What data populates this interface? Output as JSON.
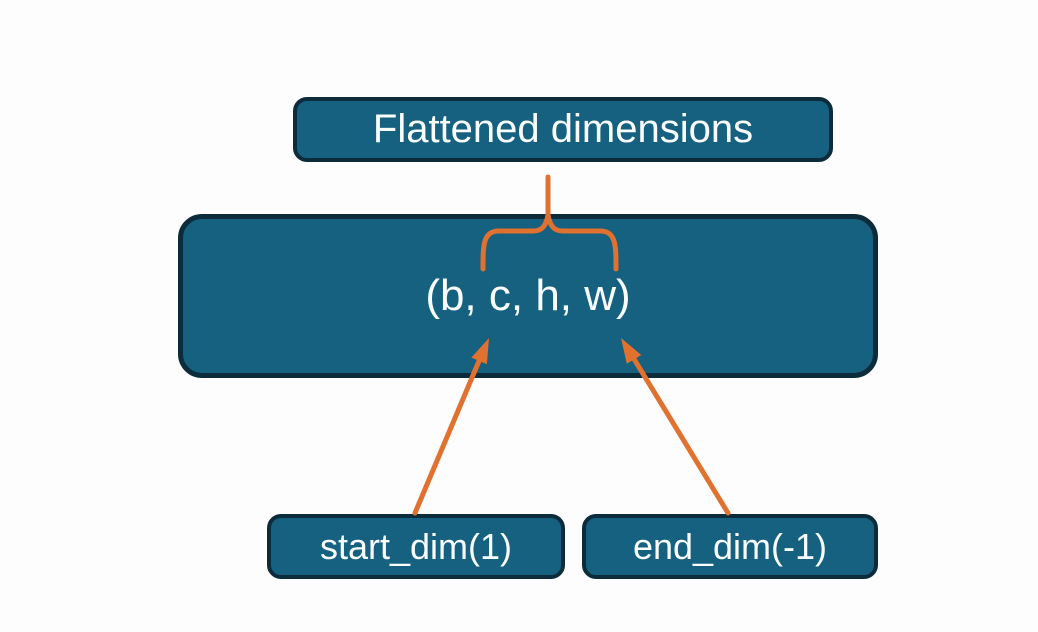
{
  "diagram": {
    "title": "flatten start_dim / end_dim diagram",
    "flattened_box": {
      "label": "Flattened dimensions"
    },
    "tensor_box": {
      "label": "(b, c, h, w)"
    },
    "start_box": {
      "label": "start_dim(1)"
    },
    "end_box": {
      "label": "end_dim(-1)"
    },
    "connectors": {
      "brace": "curly brace spanning dimensions c through w, linking Flattened dimensions label to tensor box",
      "start_arrow": "arrow from start_dim(1) box pointing to dimension c",
      "end_arrow": "arrow from end_dim(-1) box pointing to dimension w"
    },
    "colors": {
      "box_fill": "#166180",
      "box_border": "#0d2c3b",
      "accent_orange": "#e0712f",
      "text": "#fafdfd",
      "background": "#fdfdfd"
    }
  }
}
